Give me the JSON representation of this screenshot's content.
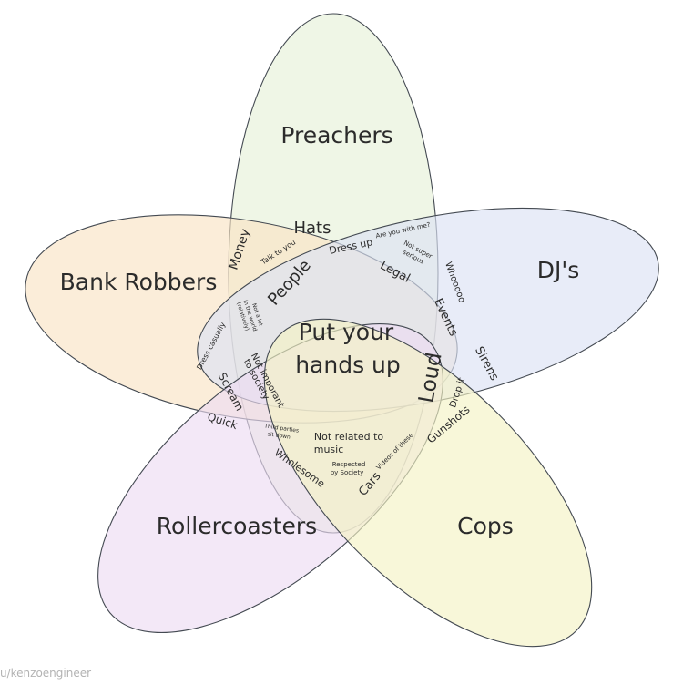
{
  "sets": {
    "preachers": "Preachers",
    "bank_robbers": "Bank Robbers",
    "djs": "DJ's",
    "rollercoasters": "Rollercoasters",
    "cops": "Cops"
  },
  "colors": {
    "preachers": "#e6f1d8",
    "bank_robbers": "#f9e4c4",
    "djs": "#dbe2f5",
    "rollercoasters": "#ecdcf2",
    "cops": "#f4f3c4",
    "outline": "#444a52"
  },
  "center": {
    "line1": "Put your",
    "line2": "hands up"
  },
  "regions": {
    "hats": "Hats",
    "money": "Money",
    "people": "People",
    "legal": "Legal",
    "dress_up": "Dress up",
    "talk_to_you": "Talk to you",
    "are_you_with_me": "Are you with me?",
    "not_super": "Not super",
    "serious": "serious",
    "whoooo": "Whooooo",
    "events": "Events",
    "sirens": "Sirens",
    "loud": "Loud",
    "drop_it": "Drop it",
    "gunshots": "Gunshots",
    "not_a_lot_1": "Not a lot",
    "not_a_lot_2": "in the world",
    "not_a_lot_3": "(relatively)",
    "dress_casually": "Dress casually",
    "not_important_1": "Not imporant",
    "not_important_2": "to society",
    "scream": "Scream",
    "quick": "Quick",
    "third_parties_1": "Third parties",
    "third_parties_2": "sit down",
    "not_related_1": "Not related to",
    "not_related_2": "music",
    "wholesome": "Wholesome",
    "respected_1": "Respected",
    "respected_2": "by Society",
    "videos": "Videos of these",
    "cars": "Cars"
  },
  "credit": "u/kenzoengineer"
}
